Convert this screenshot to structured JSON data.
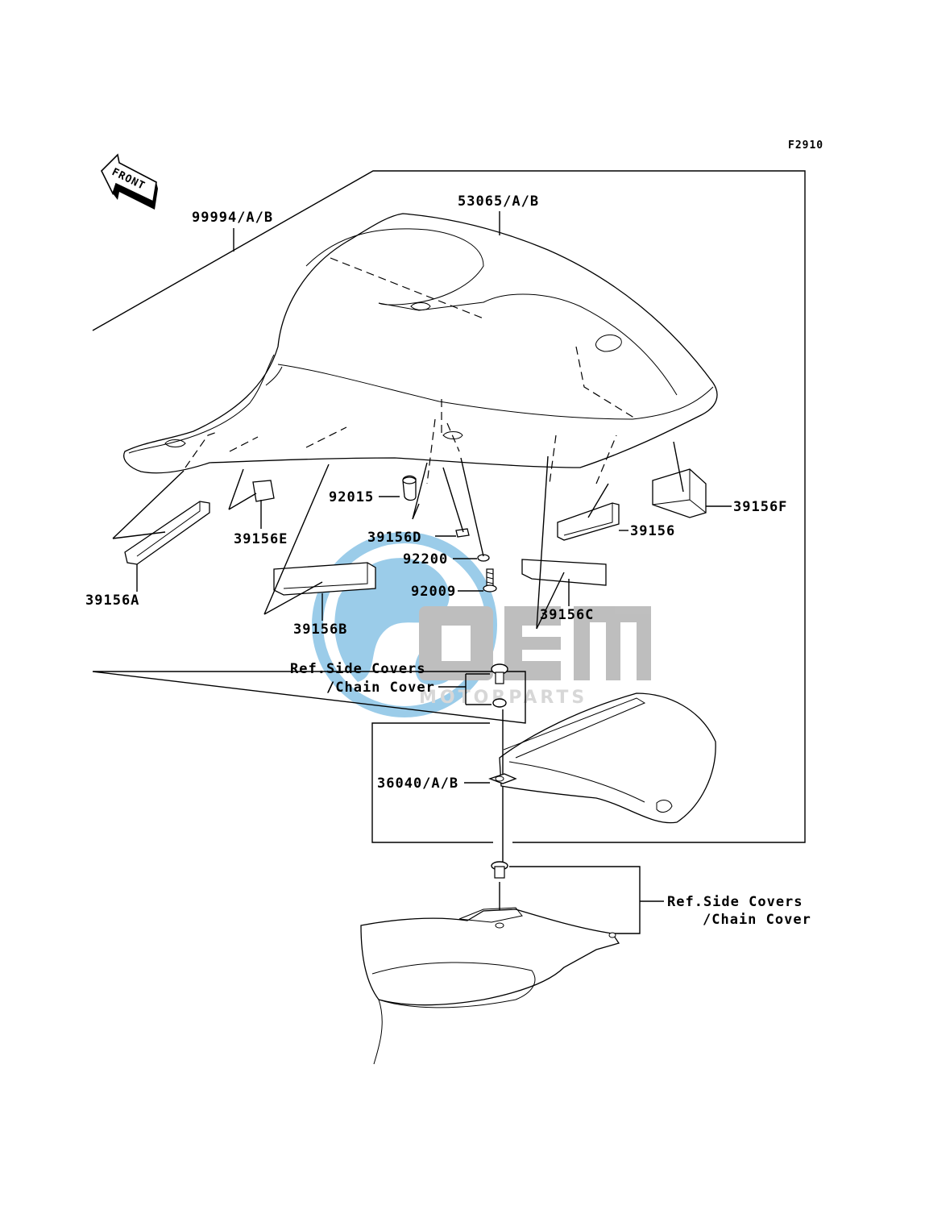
{
  "diagram_code": "F2910",
  "front_arrow": {
    "label": "FRONT",
    "icon": "front-arrow-icon"
  },
  "watermark": {
    "brand": "OEM",
    "tagline": "MOTORPARTS",
    "icon": "globe-icon",
    "colors": {
      "globe": "#4aa3d8",
      "text": "#b8b8b8"
    }
  },
  "callouts": {
    "p99994": "99994/A/B",
    "p53065": "53065/A/B",
    "p39156F": "39156F",
    "p39156": "39156",
    "p39156E": "39156E",
    "p92015": "92015",
    "p39156D": "39156D",
    "p92200": "92200",
    "p92009": "92009",
    "p39156A": "39156A",
    "p39156B": "39156B",
    "p39156C": "39156C",
    "p36040": "36040/A/B"
  },
  "references": {
    "upper_line1": "Ref.Side Covers",
    "upper_line2": "/Chain Cover",
    "lower_line1": "Ref.Side Covers",
    "lower_line2": "/Chain Cover"
  }
}
